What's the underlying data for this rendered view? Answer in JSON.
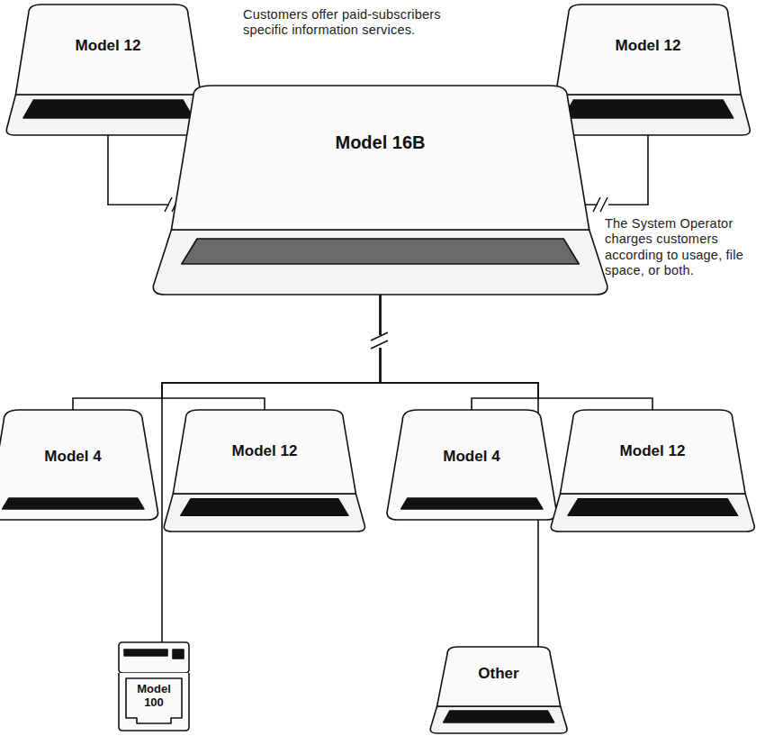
{
  "diagram": {
    "nodes": [
      {
        "text": [
          "Model 12"
        ]
      },
      {
        "text": [
          "Model 12"
        ]
      },
      {
        "text": [
          "Model 16B"
        ]
      },
      {
        "text": [
          "Model 4"
        ]
      },
      {
        "text": [
          "Model 12"
        ]
      },
      {
        "text": [
          "Model 100"
        ]
      },
      {
        "text": [
          "Model 4"
        ]
      },
      {
        "text": [
          "Model 12"
        ]
      },
      {
        "text": [
          "Other"
        ]
      }
    ],
    "edges": [
      {
        "from": 0,
        "to": 2,
        "arrow": "none"
      },
      {
        "from": 1,
        "to": 2,
        "arrow": "none"
      },
      {
        "from": 2,
        "to": 3,
        "arrow": "none"
      },
      {
        "from": 2,
        "to": 4,
        "arrow": "none"
      },
      {
        "from": 2,
        "to": 5,
        "arrow": "none"
      },
      {
        "from": 2,
        "to": 6,
        "arrow": "none"
      },
      {
        "from": 2,
        "to": 7,
        "arrow": "none"
      },
      {
        "from": 2,
        "to": 8,
        "arrow": "none"
      }
    ],
    "labels": [
      "Customers offer paid-subscribers specific information services.",
      "The System Operator charges customers according to usage, file space, or both."
    ]
  }
}
